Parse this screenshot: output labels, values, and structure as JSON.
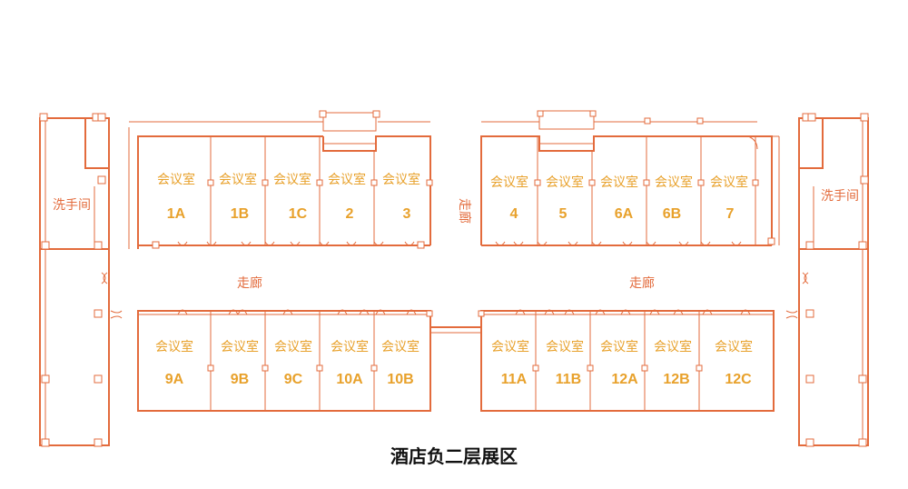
{
  "title": "酒店负二层展区",
  "corridor_label": "走廊",
  "washroom_label": "洗手间",
  "room_type": "会议室",
  "top_left_rooms": [
    "1A",
    "1B",
    "1C",
    "2",
    "3"
  ],
  "top_right_rooms": [
    "4",
    "5",
    "6A",
    "6B",
    "7"
  ],
  "bottom_left_rooms": [
    "9A",
    "9B",
    "9C",
    "10A",
    "10B"
  ],
  "bottom_right_rooms": [
    "11A",
    "11B",
    "12A",
    "12B",
    "12C"
  ],
  "colors": {
    "wall": "#e36b3c",
    "label": "#e8a12b",
    "title": "#111111"
  }
}
